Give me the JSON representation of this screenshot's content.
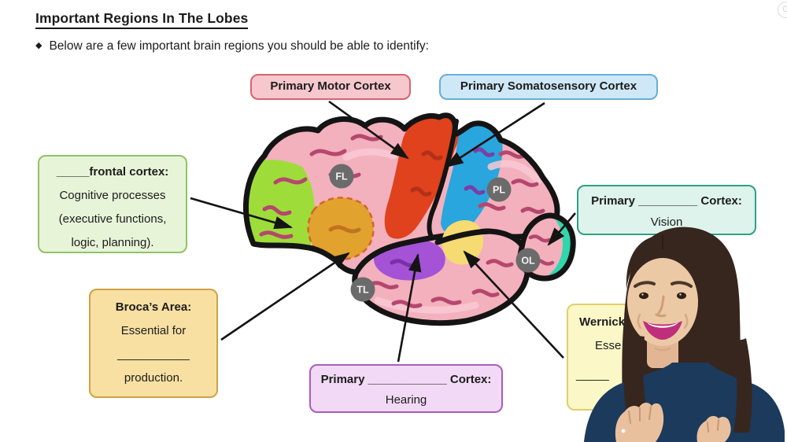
{
  "header": {
    "title": "Important Regions In The Lobes",
    "bullet_icon": "diamond",
    "bullet_text": "Below are a few important brain regions you should be able to identify:",
    "watermark_letter": "G"
  },
  "callouts": {
    "motor": {
      "label": "Primary Motor Cortex"
    },
    "somatosensory": {
      "label": "Primary Somatosensory Cortex"
    },
    "prefrontal": {
      "title": "_____frontal cortex:",
      "lines": [
        "Cognitive processes",
        "(executive functions,",
        "logic, planning)."
      ]
    },
    "broca": {
      "title": "Broca’s Area:",
      "lines": [
        "Essential for",
        "___________",
        "production."
      ]
    },
    "visual": {
      "title": "Primary _________ Cortex:",
      "lines": [
        "Vision"
      ]
    },
    "auditory": {
      "title": "Primary ____________ Cortex:",
      "lines": [
        "Hearing"
      ]
    },
    "wernicke": {
      "title": "Wernick",
      "lines": [
        "Esse",
        "_____"
      ]
    }
  },
  "brain": {
    "badges": [
      "FL",
      "PL",
      "TL",
      "OL"
    ],
    "region_colors": {
      "cortex_pink": "#f3b0bd",
      "sulci_maroon": "#b5476e",
      "outline_black": "#141414",
      "prefrontal_green": "#9edc3a",
      "broca_orange": "#e2a22e",
      "motor_red": "#df421c",
      "somatosensory_blue": "#29a6de",
      "auditory_purple": "#a453d6",
      "wernicke_yellow": "#f5db72",
      "visual_teal": "#30d7ac",
      "lobe_badge_gray": "#6b6b6b"
    },
    "callout_accents": {
      "motor": "#d4656f",
      "somatosensory": "#66afd9",
      "prefrontal": "#8fc367",
      "broca": "#d0a245",
      "visual": "#2f9f86",
      "auditory": "#aa5cc0",
      "wernicke": "#ddd06e"
    }
  }
}
